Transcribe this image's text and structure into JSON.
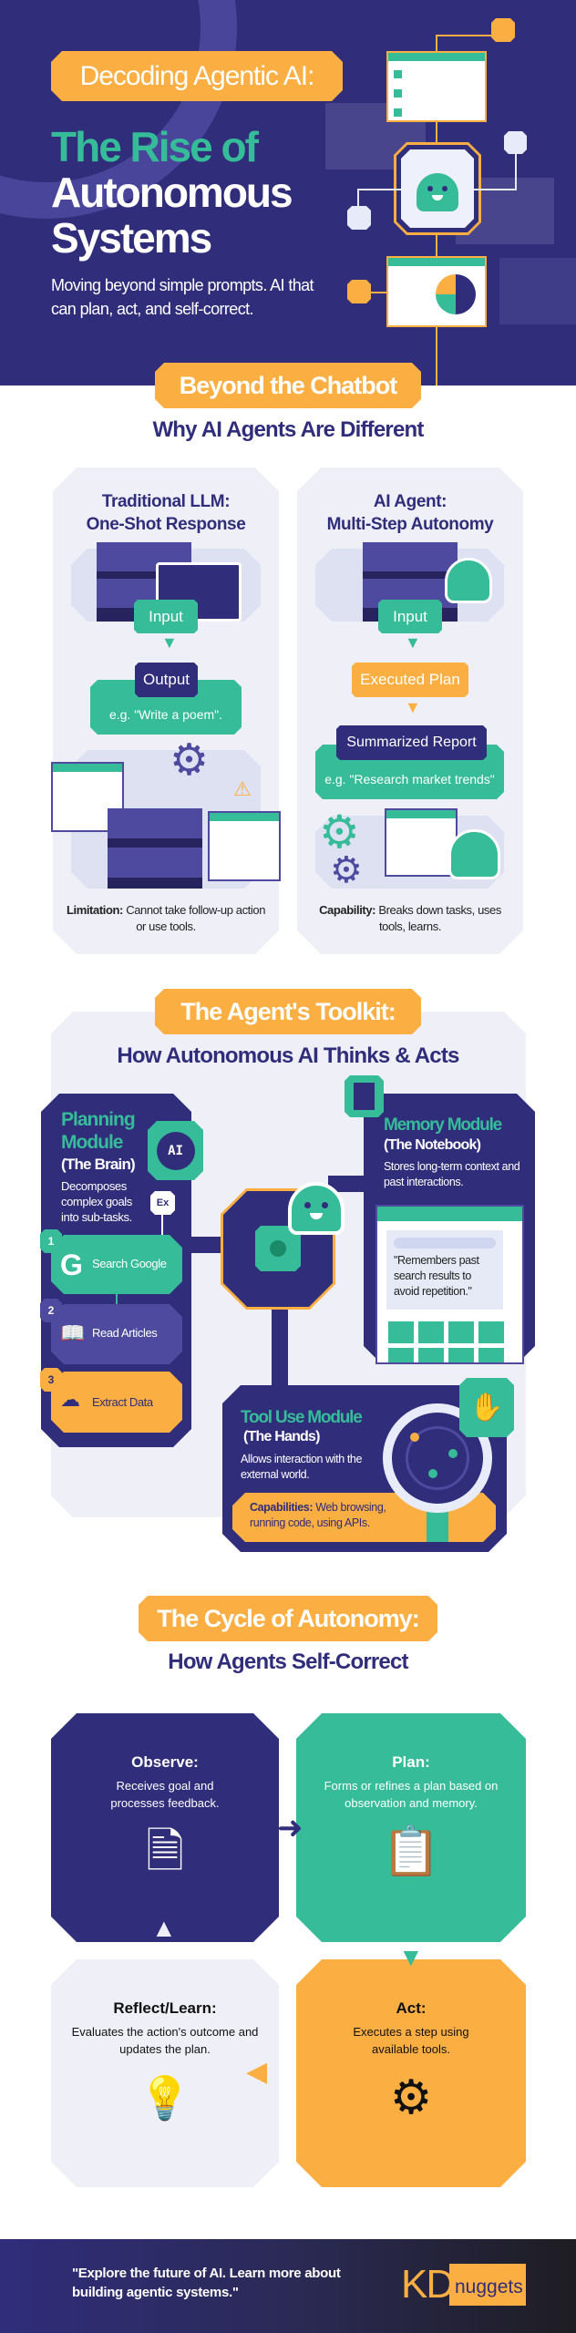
{
  "colors": {
    "navy": "#302d7b",
    "green": "#36bc98",
    "orange": "#fbae42",
    "light": "#efeff8",
    "purple": "#4d4aa0"
  },
  "header": {
    "kicker": "Decoding Agentic AI:",
    "title_line1": "The Rise of",
    "title_line2": "Autonomous",
    "title_line3": "Systems",
    "subtitle": "Moving beyond simple prompts. AI that can plan, act, and self-correct."
  },
  "section1": {
    "badge": "Beyond the Chatbot",
    "subtitle": "Why AI Agents Are Different",
    "left": {
      "title1": "Traditional LLM:",
      "title2": "One-Shot Response",
      "input": "Input",
      "output": "Output",
      "example": "e.g. \"Write a poem\".",
      "note_label": "Limitation:",
      "note_text": "Cannot take follow-up action or use tools."
    },
    "right": {
      "title1": "AI Agent:",
      "title2": "Multi-Step Autonomy",
      "input": "Input",
      "plan": "Executed Plan",
      "report": "Summarized Report",
      "example": "e.g. \"Research market trends\"",
      "note_label": "Capability:",
      "note_text": "Breaks down tasks, uses tools, learns."
    }
  },
  "section2": {
    "badge": "The Agent's Toolkit:",
    "subtitle": "How Autonomous AI Thinks & Acts",
    "planning": {
      "title1": "Planning",
      "title2": "Module",
      "alias": "(The Brain)",
      "desc": "Decomposes complex goals into sub-tasks.",
      "ai_icon": "AI",
      "ex_icon": "Ex",
      "steps": [
        {
          "num": "1",
          "label": "Search Google",
          "icon": "G"
        },
        {
          "num": "2",
          "label": "Read Articles"
        },
        {
          "num": "3",
          "label": "Extract Data"
        }
      ]
    },
    "memory": {
      "title": "Memory Module",
      "alias": "(The Notebook)",
      "desc": "Stores long-term context and past interactions.",
      "quote": "\"Remembers past search results to avoid repetition.\""
    },
    "tools": {
      "title": "Tool Use Module",
      "alias": "(The Hands)",
      "desc": "Allows interaction with the external world.",
      "cap_label": "Capabilities:",
      "cap_text": "Web browsing, running code, using APIs."
    }
  },
  "section3": {
    "badge": "The Cycle of Autonomy:",
    "subtitle": "How Agents Self-Correct",
    "steps": [
      {
        "title": "Observe:",
        "desc": "Receives goal and processes feedback."
      },
      {
        "title": "Plan:",
        "desc": "Forms or refines a plan based on observation and memory."
      },
      {
        "title": "Act:",
        "desc": "Executes a step using available tools."
      },
      {
        "title": "Reflect/Learn:",
        "desc": "Evaluates the action's outcome and updates the plan."
      }
    ]
  },
  "footer": {
    "quote": "\"Explore the future of AI. Learn more about building agentic systems.\"",
    "logo_kd": "KD",
    "logo_nuggets": "nuggets"
  }
}
